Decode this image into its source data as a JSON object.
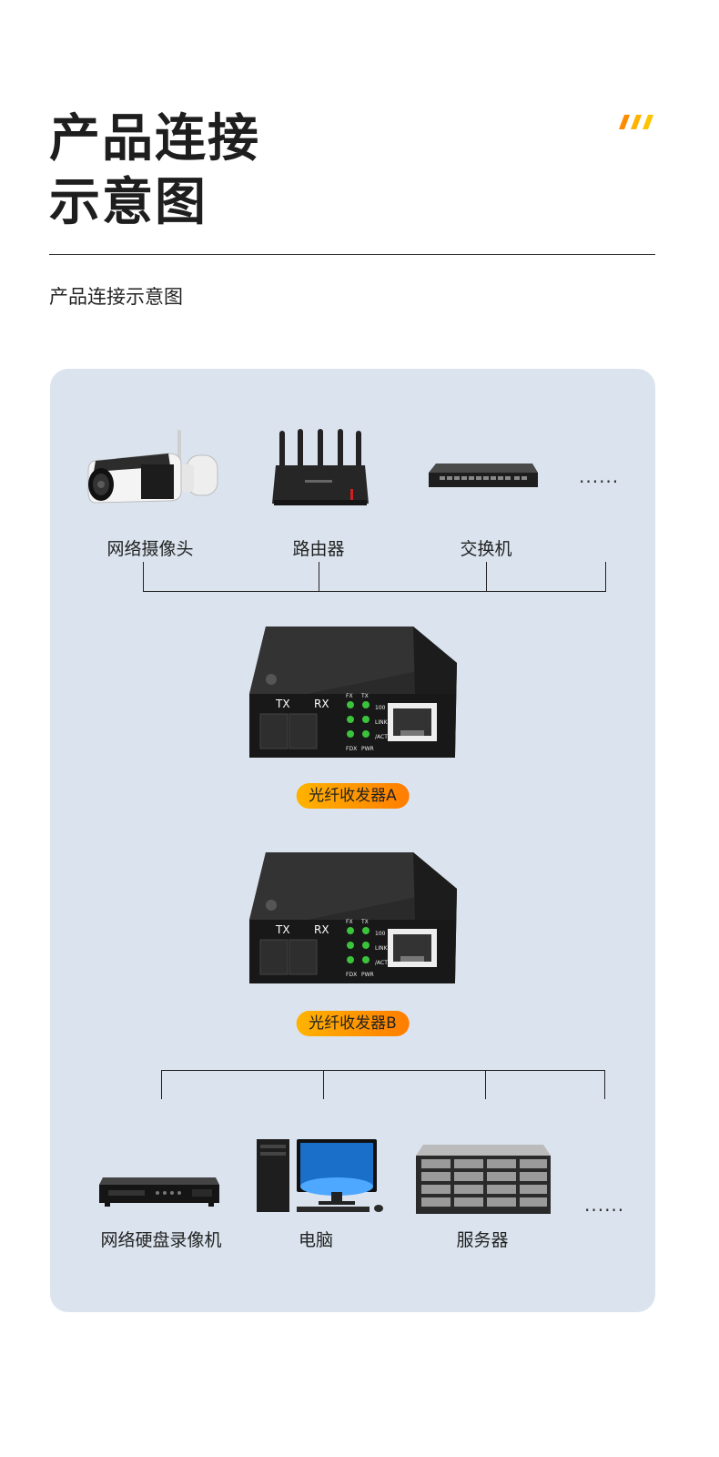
{
  "header": {
    "title_line1": "产品连接",
    "title_line2": "示意图",
    "subtitle": "产品连接示意图"
  },
  "top_devices": [
    {
      "label": "网络摄像头",
      "icon": "ip-camera-icon"
    },
    {
      "label": "路由器",
      "icon": "router-icon"
    },
    {
      "label": "交换机",
      "icon": "switch-icon"
    }
  ],
  "top_more": "......",
  "converters": [
    {
      "label": "光纤收发器A",
      "port_tx": "TX",
      "port_rx": "RX",
      "led_labels": [
        "FX",
        "TX",
        "100",
        "LINK",
        "/ACT",
        "FDX",
        "PWR"
      ]
    },
    {
      "label": "光纤收发器B",
      "port_tx": "TX",
      "port_rx": "RX",
      "led_labels": [
        "FX",
        "TX",
        "100",
        "LINK",
        "/ACT",
        "FDX",
        "PWR"
      ]
    }
  ],
  "bottom_devices": [
    {
      "label": "网络硬盘录像机",
      "icon": "nvr-icon"
    },
    {
      "label": "电脑",
      "icon": "computer-icon"
    },
    {
      "label": "服务器",
      "icon": "server-icon"
    }
  ],
  "bottom_more": "......",
  "colors": {
    "panel": "#dbe4ee",
    "accent_orange": "#ff8c00",
    "accent_yellow": "#ffb300",
    "led_green": "#3cc33c"
  }
}
